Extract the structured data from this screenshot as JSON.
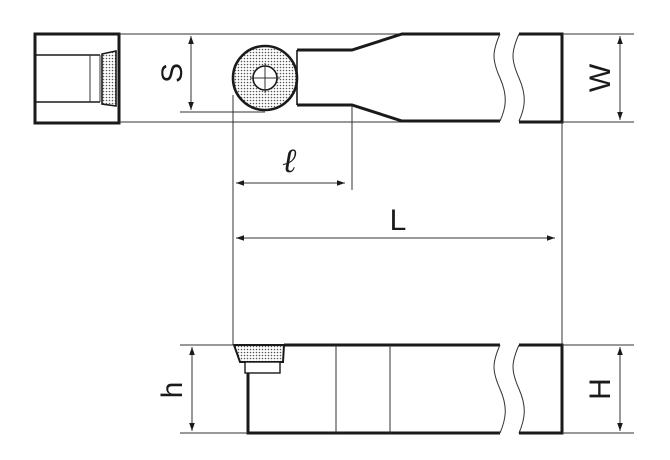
{
  "diagram": {
    "type": "technical-drawing",
    "subject": "Indexable insert tool holder with round insert",
    "colors": {
      "line": "#1a1a1a",
      "fill_insert": "#d8d8d8",
      "background": "#ffffff"
    },
    "dimensions": {
      "S": "S",
      "W": "W",
      "l": "ℓ",
      "L": "L",
      "h": "h",
      "H": "H"
    },
    "views": [
      {
        "name": "end-view",
        "description": "Left end view showing insert seat"
      },
      {
        "name": "top-view",
        "description": "Top view with round insert and shank"
      },
      {
        "name": "side-view",
        "description": "Side elevation with insert and shank height"
      }
    ]
  }
}
